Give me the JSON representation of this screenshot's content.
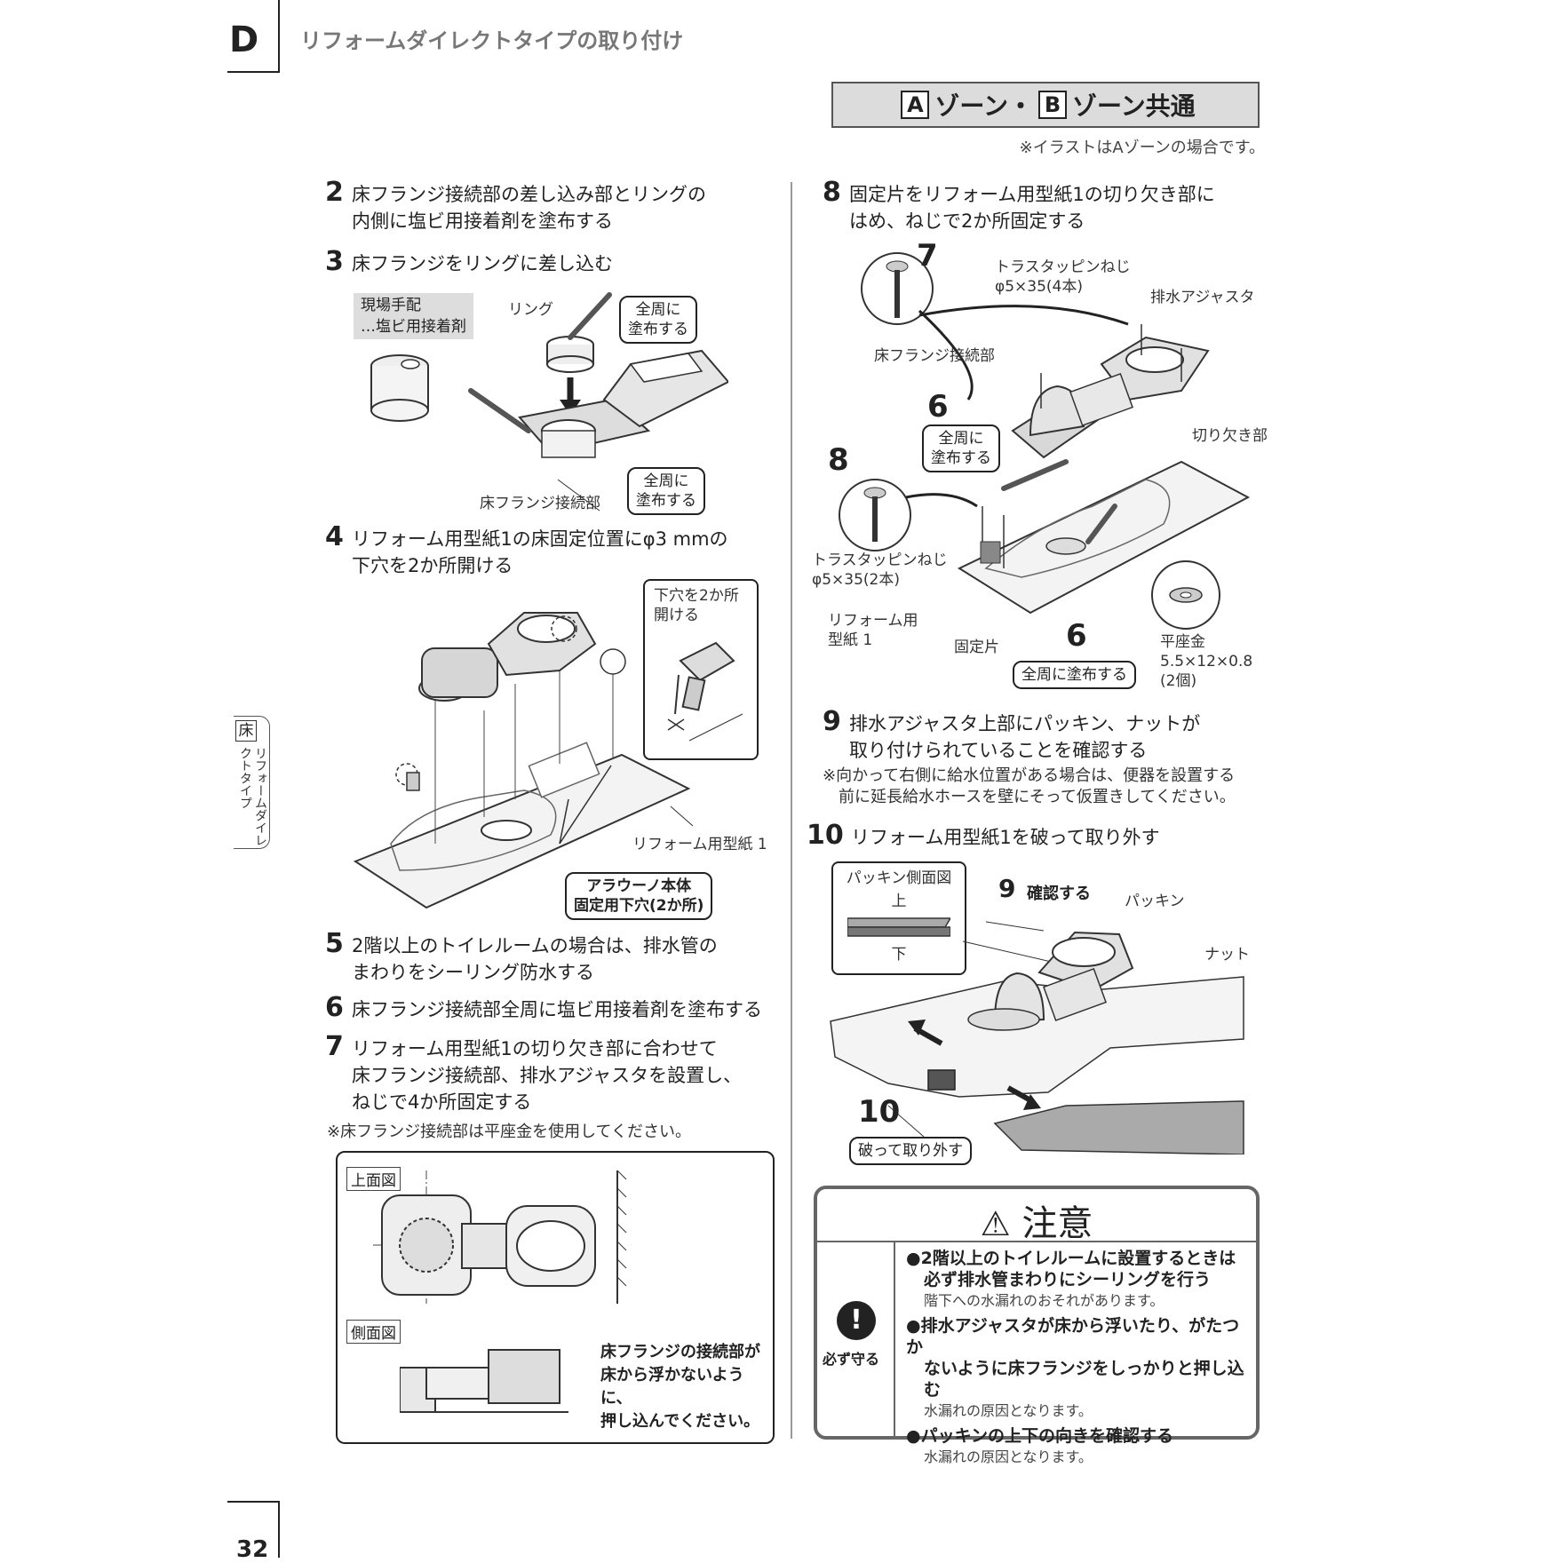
{
  "header": {
    "section_letter": "D",
    "title": "リフォームダイレクトタイプの取り付け"
  },
  "zone": {
    "label_a": "A",
    "mid": "ゾーン・",
    "label_b": "B",
    "tail": "ゾーン共通",
    "note": "※イラストはAゾーンの場合です。"
  },
  "left_steps": [
    {
      "num": "2",
      "lines": [
        "床フランジ接続部の差し込み部とリングの",
        "内側に塩ビ用接着剤を塗布する"
      ]
    },
    {
      "num": "3",
      "lines": [
        "床フランジをリングに差し込む"
      ]
    },
    {
      "num": "4",
      "lines": [
        "リフォーム用型紙1の床固定位置にφ3 mmの",
        "下穴を2か所開ける"
      ]
    },
    {
      "num": "5",
      "lines": [
        "2階以上のトイレルームの場合は、排水管の",
        "まわりをシーリング防水する"
      ]
    },
    {
      "num": "6",
      "lines": [
        "床フランジ接続部全周に塩ビ用接着剤を塗布する"
      ]
    },
    {
      "num": "7",
      "lines": [
        "リフォーム用型紙1の切り欠き部に合わせて",
        "床フランジ接続部、排水アジャスタを設置し、",
        "ねじで4か所固定する"
      ]
    }
  ],
  "left_note7": "※床フランジ接続部は平座金を使用してください。",
  "fig3": {
    "tag_line1": "現場手配",
    "tag_line2": "…塩ビ用接着剤",
    "ring": "リング",
    "coat_a1": "全周に",
    "coat_a2": "塗布する",
    "flange": "床フランジ接続部",
    "coat_b1": "全周に",
    "coat_b2": "塗布する"
  },
  "fig4": {
    "drill_1": "下穴を2か所",
    "drill_2": "開ける",
    "paper": "リフォーム用型紙 1",
    "hole_1": "アラウーノ本体",
    "hole_2": "固定用下穴(2か所)"
  },
  "fig7": {
    "top_view": "上面図",
    "side_view": "側面図",
    "side_note_1": "床フランジの接続部が",
    "side_note_2": "床から浮かないように、",
    "side_note_3": "押し込んでください。"
  },
  "right_steps": [
    {
      "num": "8",
      "lines": [
        "固定片をリフォーム用型紙1の切り欠き部に",
        "はめ、ねじで2か所固定する"
      ]
    },
    {
      "num": "9",
      "lines": [
        "排水アジャスタ上部にパッキン、ナットが",
        "取り付けられていることを確認する"
      ]
    },
    {
      "num": "10",
      "lines": [
        "リフォーム用型紙1を破って取り外す"
      ]
    }
  ],
  "right_note9": [
    "※向かって右側に給水位置がある場合は、便器を設置する",
    "前に延長給水ホースを壁にそって仮置きしてください。"
  ],
  "fig8": {
    "n7": "7",
    "screw4_1": "トラスタッピンねじ",
    "screw4_2": "φ5×35(4本)",
    "adjuster": "排水アジャスタ",
    "flange": "床フランジ接続部",
    "n6a": "6",
    "coat1": "全周に",
    "coat2": "塗布する",
    "cutout": "切り欠き部",
    "n8": "8",
    "screw2_1": "トラスタッピンねじ",
    "screw2_2": "φ5×35(2本)",
    "paper_1": "リフォーム用",
    "paper_2": "型紙 1",
    "piece": "固定片",
    "n6b": "6",
    "coat_all": "全周に塗布する",
    "washer_1": "平座金",
    "washer_2": "5.5×12×0.8",
    "washer_3": "(2個)"
  },
  "fig10": {
    "packing_title": "パッキン側面図",
    "up": "上",
    "down": "下",
    "n9": "9",
    "confirm": "確認する",
    "packing": "パッキン",
    "nut": "ナット",
    "n10": "10",
    "tear": "破って取り外す"
  },
  "caution": {
    "title": "注意",
    "must": "必ず守る",
    "items": [
      {
        "bold": [
          "●2階以上のトイレルームに設置するときは",
          "必ず排水管まわりにシーリングを行う"
        ],
        "sub": "階下への水漏れのおそれがあります。"
      },
      {
        "bold": [
          "●排水アジャスタが床から浮いたり、がたつか",
          "ないように床フランジをしっかりと押し込む"
        ],
        "sub": "水漏れの原因となります。"
      },
      {
        "bold": [
          "●パッキンの上下の向きを確認する"
        ],
        "sub": "水漏れの原因となります。"
      }
    ]
  },
  "side_tab": {
    "kanji": "床",
    "text": "リフォームダイレクトタイプ"
  },
  "page_number": "32"
}
